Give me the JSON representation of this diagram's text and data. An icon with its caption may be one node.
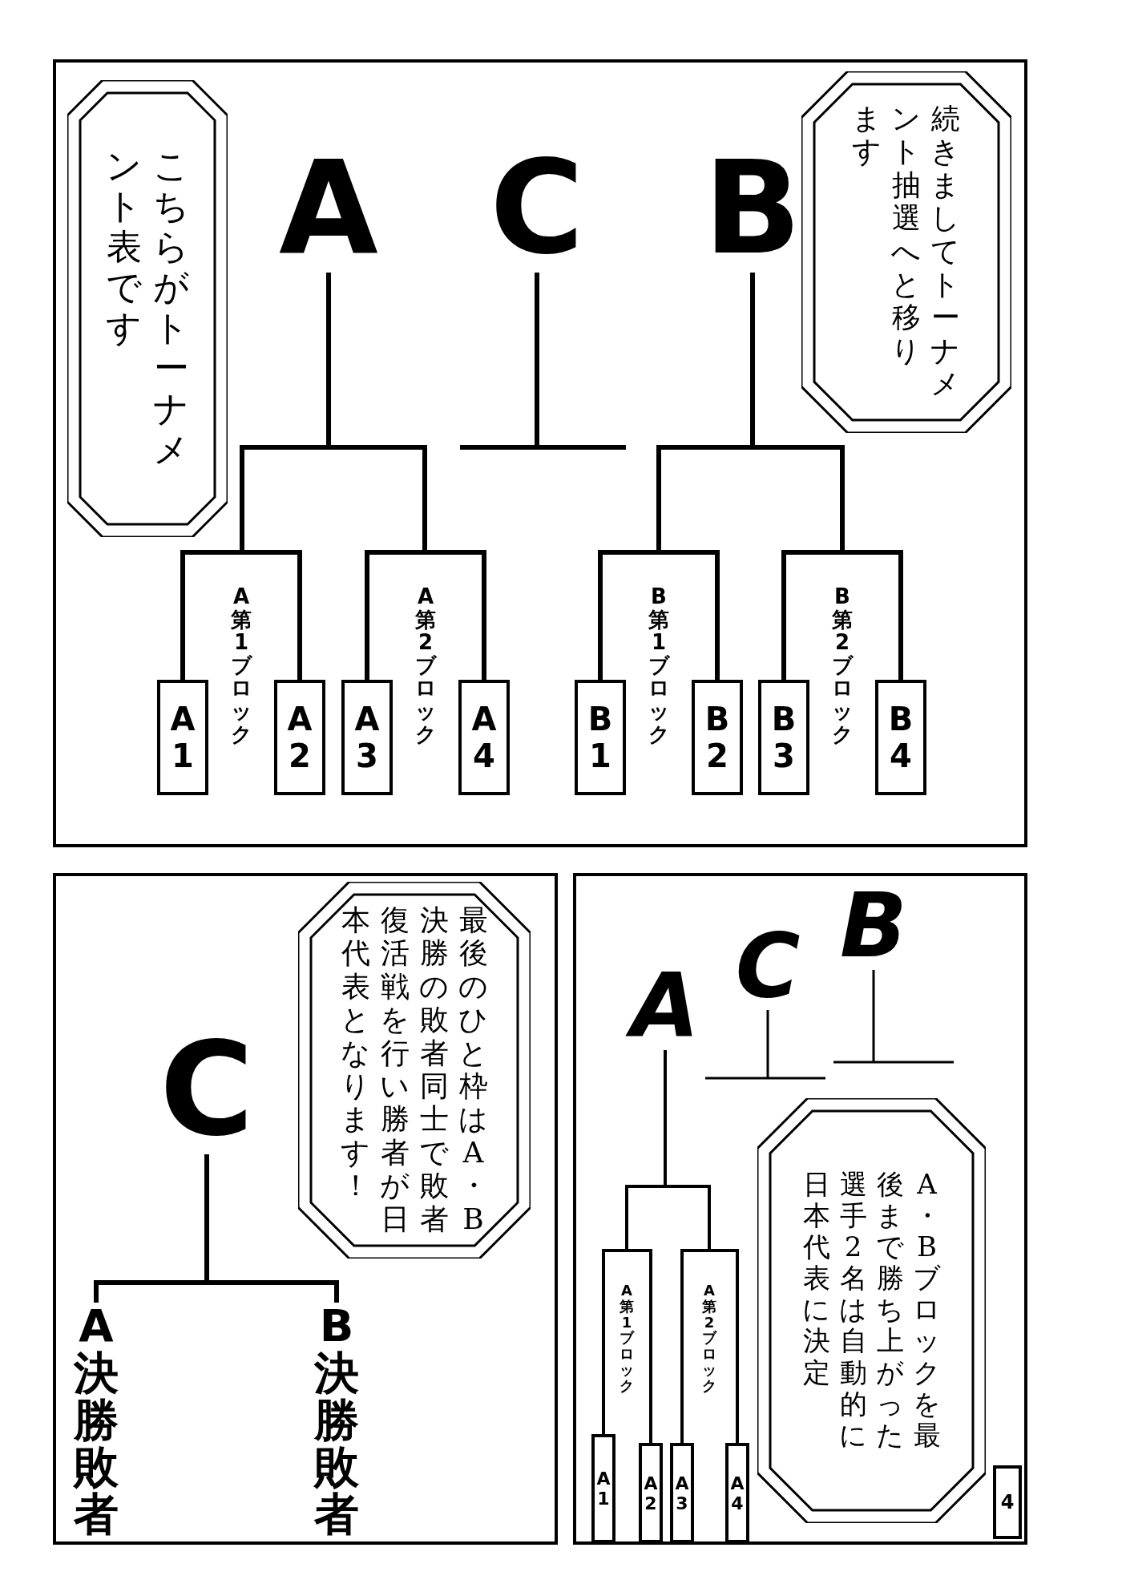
{
  "diagram": {
    "nodes": [
      {
        "text": [
          "こちらがトーナメント表です"
        ]
      },
      {
        "text": [
          "続きましてトーナメント抽選へと移ります"
        ]
      },
      {
        "text": [
          "A"
        ]
      },
      {
        "text": [
          "C"
        ]
      },
      {
        "text": [
          "B"
        ]
      },
      {
        "text": [
          "A1"
        ]
      },
      {
        "text": [
          "A2"
        ]
      },
      {
        "text": [
          "A3"
        ]
      },
      {
        "text": [
          "A4"
        ]
      },
      {
        "text": [
          "B1"
        ]
      },
      {
        "text": [
          "B2"
        ]
      },
      {
        "text": [
          "B3"
        ]
      },
      {
        "text": [
          "B4"
        ]
      },
      {
        "text": [
          "最後のひと枠はA・B決勝の敗者同士で敗者復活戦を行い勝者が日本代表となります！"
        ]
      },
      {
        "text": [
          "C"
        ]
      },
      {
        "text": [
          "A決勝敗者"
        ]
      },
      {
        "text": [
          "B決勝敗者"
        ]
      },
      {
        "text": [
          "A"
        ]
      },
      {
        "text": [
          "C"
        ]
      },
      {
        "text": [
          "B"
        ]
      },
      {
        "text": [
          "A・Bブロックを最後まで勝ち上がった選手2名は自動的に日本代表に決定"
        ]
      },
      {
        "text": [
          "A1"
        ]
      },
      {
        "text": [
          "A2"
        ]
      },
      {
        "text": [
          "A3"
        ]
      },
      {
        "text": [
          "A4"
        ]
      },
      {
        "text": [
          "4"
        ]
      }
    ],
    "edges": [
      {
        "from": 5,
        "to": 2,
        "arrow": "none"
      },
      {
        "from": 6,
        "to": 2,
        "arrow": "none"
      },
      {
        "from": 7,
        "to": 2,
        "arrow": "none"
      },
      {
        "from": 8,
        "to": 2,
        "arrow": "none"
      },
      {
        "from": 9,
        "to": 4,
        "arrow": "none"
      },
      {
        "from": 10,
        "to": 4,
        "arrow": "none"
      },
      {
        "from": 11,
        "to": 4,
        "arrow": "none"
      },
      {
        "from": 12,
        "to": 4,
        "arrow": "none"
      },
      {
        "from": 3,
        "to": null,
        "arrow": "none"
      },
      {
        "from": 15,
        "to": 14,
        "arrow": "none"
      },
      {
        "from": 16,
        "to": 14,
        "arrow": "none"
      },
      {
        "from": 21,
        "to": 17,
        "arrow": "none"
      },
      {
        "from": 22,
        "to": 17,
        "arrow": "none"
      },
      {
        "from": 23,
        "to": 17,
        "arrow": "none"
      },
      {
        "from": 24,
        "to": 17,
        "arrow": "none"
      },
      {
        "from": 18,
        "to": null,
        "arrow": "none"
      },
      {
        "from": 19,
        "to": null,
        "arrow": "none"
      }
    ],
    "labels": [
      "A第1ブロック",
      "A第2ブロック",
      "B第1ブロック",
      "B第2ブロック",
      "A第1ブロック",
      "A第2ブロック"
    ]
  }
}
